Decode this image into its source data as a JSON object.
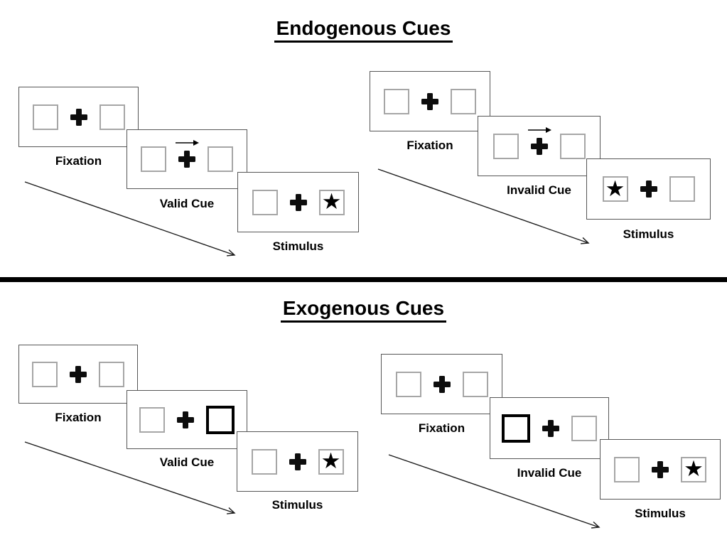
{
  "sections": [
    {
      "title": "Endogenous Cues",
      "trials": [
        {
          "steps": [
            {
              "label": "Fixation"
            },
            {
              "label": "Valid Cue"
            },
            {
              "label": "Stimulus"
            }
          ]
        },
        {
          "steps": [
            {
              "label": "Fixation"
            },
            {
              "label": "Invalid Cue"
            },
            {
              "label": "Stimulus"
            }
          ]
        }
      ]
    },
    {
      "title": "Exogenous Cues",
      "trials": [
        {
          "steps": [
            {
              "label": "Fixation"
            },
            {
              "label": "Valid Cue"
            },
            {
              "label": "Stimulus"
            }
          ]
        },
        {
          "steps": [
            {
              "label": "Fixation"
            },
            {
              "label": "Invalid Cue"
            },
            {
              "label": "Stimulus"
            }
          ]
        }
      ]
    }
  ],
  "glyphs": {
    "star": "★"
  },
  "colors": {
    "background": "#ffffff",
    "ink": "#000000",
    "card_border": "#565656",
    "box_border": "#a6a6a6",
    "cue_highlight": "#000000",
    "divider": "#000000"
  }
}
